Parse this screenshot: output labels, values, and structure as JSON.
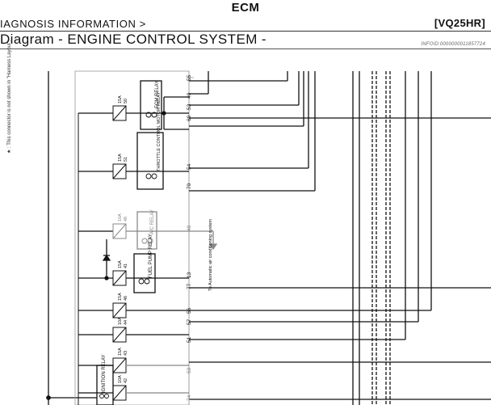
{
  "header": {
    "title": "ECM",
    "section": "IAGNOSIS INFORMATION >",
    "model": "[VQ25HR]",
    "diagram_title": "Diagram - ENGINE CONTROL SYSTEM -",
    "info_id": "INFOID:0000000011857724"
  },
  "side_note": "★ : This connector is not shown in \"Harness Layout\".",
  "terminals": [
    "55",
    "49",
    "53",
    "69",
    "54",
    "70",
    "48",
    "13",
    "77",
    "56",
    "57",
    "51",
    "58",
    "74"
  ],
  "relays": {
    "ecm": "ECM RELAY",
    "throttle": "THROTTLE CONTROL MOTOR RELAY",
    "ac": "A/C RELAY",
    "fuel_pump": "FUEL PUMP RELAY",
    "ignition": "IGNITION RELAY"
  },
  "fuses": [
    {
      "amp": "15A",
      "num": "50"
    },
    {
      "amp": "15A",
      "num": "51"
    },
    {
      "amp": "10A",
      "num": "48"
    },
    {
      "amp": "15A",
      "num": "41"
    },
    {
      "amp": "15A",
      "num": "46"
    },
    {
      "amp": "10A",
      "num": "44"
    },
    {
      "amp": "15A",
      "num": "43"
    },
    {
      "amp": "10A",
      "num": "42"
    }
  ],
  "ac_note": "To Automatic air conditioning system"
}
